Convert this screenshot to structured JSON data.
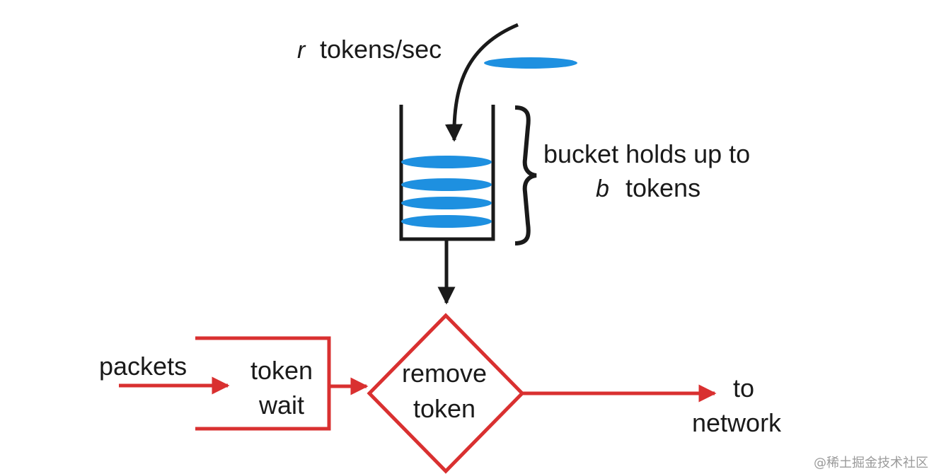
{
  "rate_label": {
    "variable": "r",
    "unit": "tokens/sec"
  },
  "bucket_label": {
    "line1": "bucket holds up to",
    "var": "b",
    "line2_rest": "tokens"
  },
  "packets_label": "packets",
  "token_wait": {
    "line1": "token",
    "line2": "wait"
  },
  "remove_token": {
    "line1": "remove",
    "line2": "token"
  },
  "to_network": {
    "line1": "to",
    "line2": "network"
  },
  "watermark": "@稀土掘金技术社区",
  "colors": {
    "token": "#1e90e0",
    "flow": "#d93030",
    "structure": "#1a1a1a"
  },
  "bucket_token_count": 4
}
